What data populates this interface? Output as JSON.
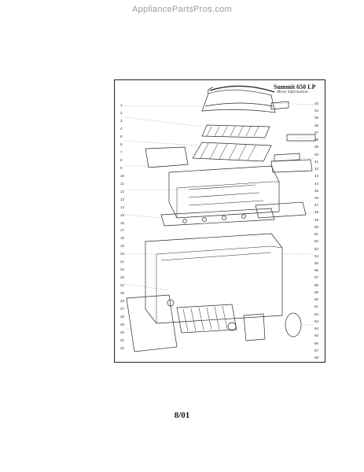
{
  "header": {
    "watermark": "AppliancePartsPros.com"
  },
  "diagram": {
    "title": "Summit 650 LP",
    "subtitle": "Move information",
    "left_callouts": [
      "1",
      "2",
      "3",
      "4",
      "5",
      "6",
      "7",
      "8",
      "9",
      "10",
      "11",
      "12",
      "13",
      "14",
      "15",
      "16",
      "17",
      "18",
      "19",
      "20",
      "21",
      "22",
      "23",
      "24",
      "25",
      "26",
      "27",
      "28",
      "29",
      "30",
      "31",
      "32"
    ],
    "right_callouts": [
      "33",
      "34",
      "35",
      "36",
      "37",
      "38",
      "39",
      "40",
      "41",
      "42",
      "43",
      "44",
      "45",
      "46",
      "47",
      "48",
      "49",
      "50",
      "51",
      "52",
      "53",
      "54",
      "55",
      "56",
      "57",
      "58",
      "59",
      "60",
      "61",
      "62",
      "63",
      "64",
      "65",
      "66",
      "67",
      "68"
    ]
  },
  "footer": {
    "page_number": "8/01"
  }
}
